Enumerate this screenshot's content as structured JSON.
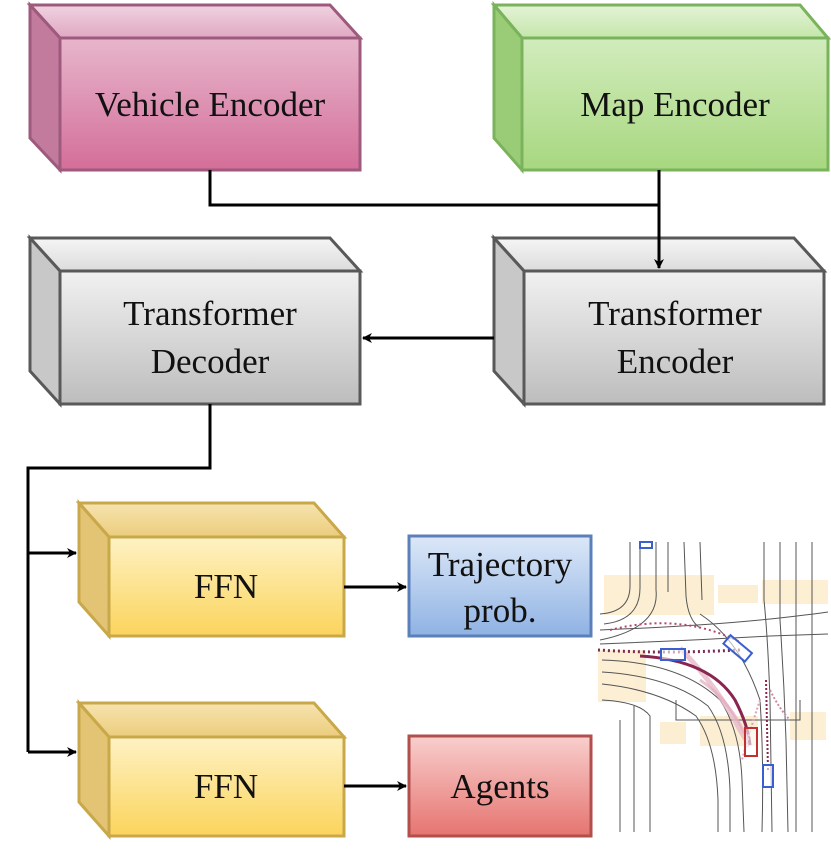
{
  "blocks": {
    "vehicle_encoder": {
      "lines": [
        "Vehicle Encoder"
      ]
    },
    "map_encoder": {
      "lines": [
        "Map Encoder"
      ]
    },
    "transformer_decoder": {
      "lines": [
        "Transformer",
        "Decoder"
      ]
    },
    "transformer_encoder": {
      "lines": [
        "Transformer",
        "Encoder"
      ]
    },
    "ffn_top": {
      "lines": [
        "FFN"
      ]
    },
    "ffn_bottom": {
      "lines": [
        "FFN"
      ]
    }
  },
  "outputs": {
    "trajectory_prob": {
      "lines": [
        "Trajectory",
        "prob."
      ]
    },
    "agents": {
      "lines": [
        "Agents"
      ]
    }
  },
  "colors": {
    "pink_front": "#d77aa1",
    "pink_top": "#e5b4cb",
    "green_front": "#b3de8f",
    "green_top": "#d6eec4",
    "gray_front": "#cfcfcf",
    "gray_top": "#ebebeb",
    "yellow_front": "#fcd86a",
    "yellow_top": "#f2d58a",
    "blue_box": "#a9c4ea",
    "red_box": "#ec8a87",
    "map_highlight": "#fbe9c2",
    "trajectory": "#8a2550"
  }
}
